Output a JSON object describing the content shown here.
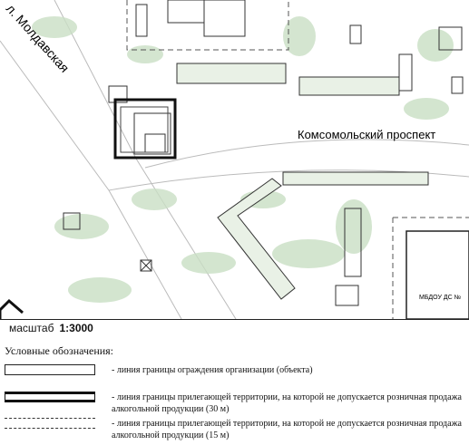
{
  "map": {
    "street_moldavskaya": "л. Молдавская",
    "street_komsomolsky": "Комсомольский проспект",
    "building_label": "МБДОУ ДС №"
  },
  "scale": {
    "label": "масштаб",
    "value": "1:3000"
  },
  "legend": {
    "title": "Условные обозначения:",
    "items": [
      {
        "text": "- линия границы ограждения организации (объекта)"
      },
      {
        "text": "- линия границы прилегающей территории, на которой не допускается розничная продажа алкогольной продукции (30 м)"
      },
      {
        "text": "- линия границы прилегающей территории, на которой не допускается розничная продажа алкогольной продукции (15 м)"
      }
    ]
  }
}
